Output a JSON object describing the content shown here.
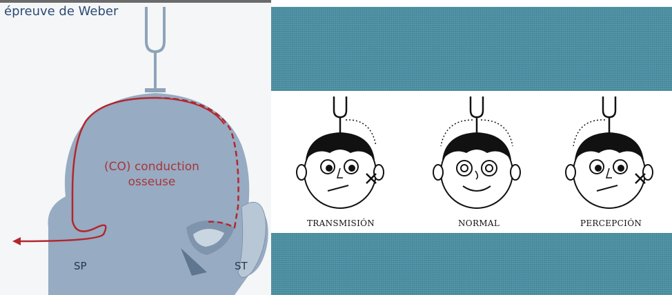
{
  "left_panel": {
    "title": "épreuve de Weber",
    "conduction_line1": "(CO) conduction",
    "conduction_line2": "osseuse",
    "label_sp": "SP",
    "label_st": "ST"
  },
  "right_panel": {
    "faces": [
      {
        "label": "TRANSMISIÓN"
      },
      {
        "label": "NORMAL"
      },
      {
        "label": "PERCEPCIÓN"
      }
    ]
  },
  "colors": {
    "head": "#97abc2",
    "conduction_path": "#b3262d",
    "title_text": "#2c4a72",
    "teal_band": "#4a8fa3"
  }
}
